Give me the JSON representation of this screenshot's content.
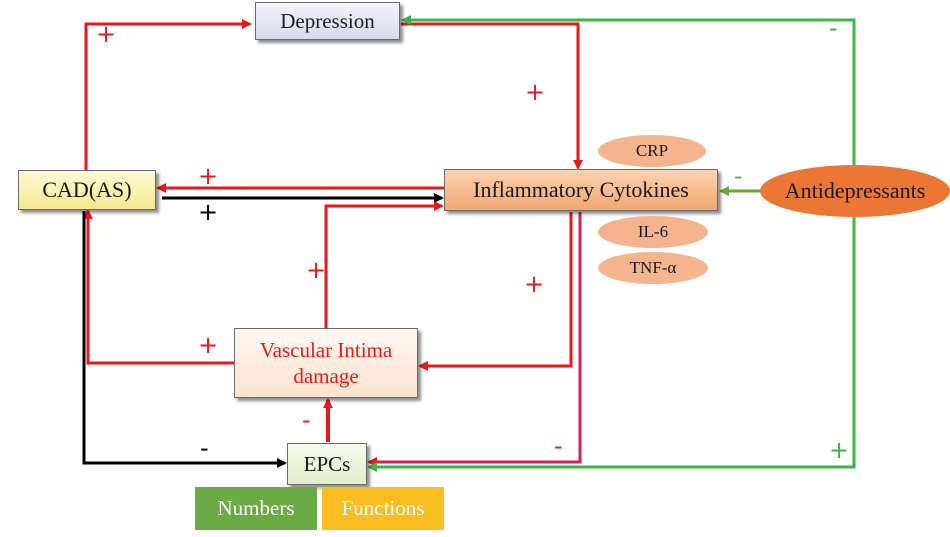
{
  "nodes": {
    "depression": "Depression",
    "cad": "CAD(AS)",
    "cytokines": "Inflammatory Cytokines",
    "antidepressants": "Antidepressants",
    "crp": "CRP",
    "il6": "IL-6",
    "tnf": "TNF-α",
    "vascular_line1": "Vascular Intima",
    "vascular_line2": "damage",
    "epcs": "EPCs",
    "numbers": "Numbers",
    "functions": "Functions"
  },
  "signs": {
    "cad_to_depression": "+",
    "depression_to_cytokines": "+",
    "antidepressants_to_depression": "-",
    "cytokines_to_cad": "+",
    "cad_to_cytokines": "+",
    "antidepressants_to_cytokines": "-",
    "vascular_to_cytokines": "+",
    "cytokines_to_vascular": "+",
    "vascular_to_cad": "+",
    "epcs_to_vascular": "-",
    "cad_to_epcs": "-",
    "cytokines_to_epcs": "-",
    "antidepressants_to_epcs": "+"
  },
  "colors": {
    "red": "#e8191d",
    "green": "#3bb449",
    "black": "#000000",
    "magenta": "#d81f5c",
    "olive": "#6aa63a"
  }
}
